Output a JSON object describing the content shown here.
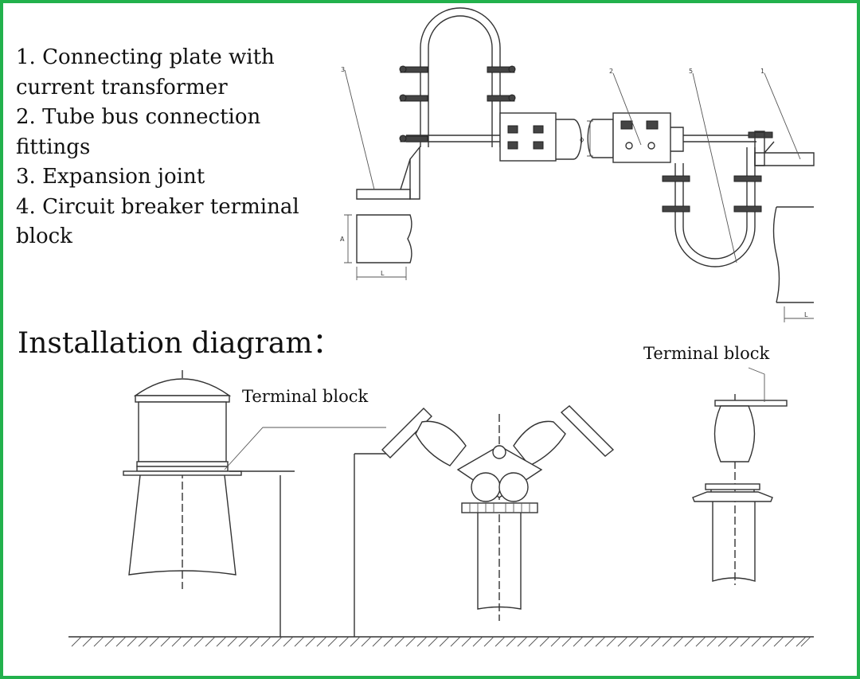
{
  "legend": {
    "items": [
      "1. Connecting plate with current transformer",
      "2. Tube bus connection fittings",
      "3. Expansion joint",
      "4. Circuit breaker terminal block"
    ]
  },
  "install_title": "Installation diagram：",
  "labels": {
    "terminal_left": "Terminal block",
    "terminal_right": "Terminal block"
  },
  "callouts": [
    "3",
    "2",
    "5",
    "1",
    "A",
    "L",
    "L",
    "ϕ"
  ],
  "colors": {
    "frame": "#22b14c",
    "lines": "#333333",
    "background": "#ffffff"
  }
}
